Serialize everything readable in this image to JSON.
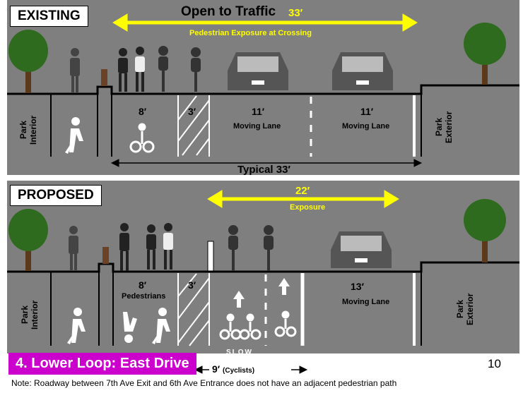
{
  "existing": {
    "label": "EXISTING",
    "traffic_title": "Open to Traffic",
    "exposure_width": "33′",
    "exposure_caption": "Pedestrian Exposure at Crossing",
    "lanes": {
      "bike_width": "8′",
      "buffer_width": "3′",
      "lane1_width": "11′",
      "lane1_label": "Moving Lane",
      "lane2_width": "11′",
      "lane2_label": "Moving Lane"
    },
    "typical": "Typical 33′",
    "park_interior": "Park Interior",
    "park_exterior": "Park Exterior"
  },
  "proposed": {
    "label": "PROPOSED",
    "exposure_width": "22′",
    "exposure_caption": "Exposure",
    "lanes": {
      "ped_width": "8′",
      "ped_label": "Pedestrians",
      "buffer_width": "3′",
      "slow": "SLOW",
      "lane_width": "13′",
      "lane_label": "Moving Lane"
    },
    "cyclists_width": "9′",
    "cyclists_label": "(Cyclists)",
    "park_interior": "Park Interior",
    "park_exterior": "Park Exterior"
  },
  "title": "4. Lower Loop: East Drive",
  "page_number": "10",
  "footnote": "Note: Roadway between 7th Ave Exit and 6th Ave Entrance does not have an adjacent pedestrian path",
  "colors": {
    "background": "#7f7f7f",
    "exposure": "#ffff00",
    "title_bg": "#cc00cc"
  }
}
